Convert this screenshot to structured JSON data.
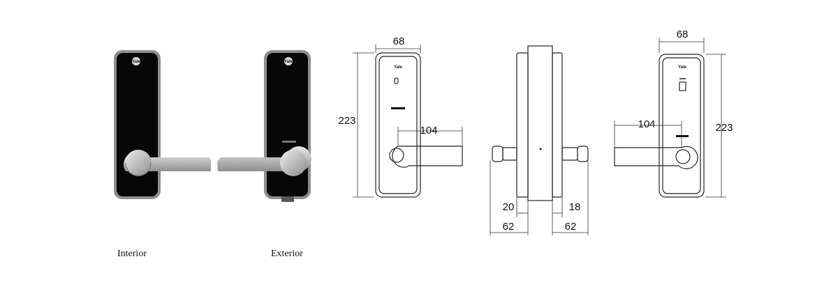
{
  "captions": {
    "interior": "Interior",
    "exterior": "Exterior"
  },
  "brand": {
    "logo_text": "Yale"
  },
  "front_view": {
    "width": "68",
    "height": "223",
    "lever_length": "104"
  },
  "side_view": {
    "interior_depth": "62",
    "exterior_depth": "62",
    "interior_thickness": "20",
    "exterior_thickness": "18"
  },
  "back_view": {
    "width": "68",
    "height": "223",
    "lever_length": "104"
  },
  "colors": {
    "body": "#0b0b0b",
    "frame": "#9a9a9a",
    "lever": "#c8c8c8",
    "line": "#222222"
  }
}
